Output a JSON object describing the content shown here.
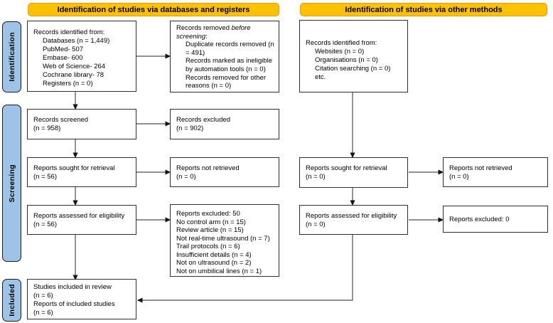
{
  "headers": {
    "databases": "Identification of studies via databases and registers",
    "other": "Identification of studies via other methods"
  },
  "sidebar": {
    "identification": "Identification",
    "screening": "Screening",
    "included": "Included"
  },
  "boxes": {
    "records_identified_db": {
      "title": "Records identified from:",
      "items": [
        "Databases (n = 1,449)",
        "PubMed- 507",
        "Embase- 600",
        "Web of Science- 264",
        "Cochrane library- 78",
        "Registers (n = 0)"
      ]
    },
    "records_removed": {
      "title_prefix": "Records removed ",
      "title_italic": "before screening",
      "title_suffix": ":",
      "items": [
        "Duplicate records removed (n = 491)",
        "Records marked as ineligible by automation tools (n = 0)",
        "Records removed for other reasons (n = 0)"
      ]
    },
    "records_screened": {
      "lines": [
        "Records screened",
        "(n = 958)"
      ]
    },
    "records_excluded": {
      "lines": [
        "Records excluded",
        "(n = 902)"
      ]
    },
    "reports_sought_db": {
      "lines": [
        "Reports sought for retrieval",
        "(n = 56)"
      ]
    },
    "reports_not_retrieved_db": {
      "lines": [
        "Reports not retrieved",
        "(n = 0)"
      ]
    },
    "reports_assessed_db": {
      "lines": [
        "Reports assessed for eligibility",
        "(n = 56)"
      ]
    },
    "reports_excluded_db": {
      "lines": [
        "Reports excluded: 50",
        "No control arm (n = 15)",
        "Review article (n = 15)",
        "Not real-time ultrasound (n = 7)",
        "Trail protocols (n = 6)",
        "Insufficient details (n = 4)",
        "Not on ultrasound (n = 2)",
        "Not on umbilical lines (n = 1)"
      ]
    },
    "studies_included": {
      "lines": [
        "Studies included in review",
        "(n = 6)",
        "Reports of included studies",
        "(n = 6)"
      ]
    },
    "records_identified_other": {
      "title": "Records identified from:",
      "items": [
        "Websites (n = 0)",
        "Organisations (n = 0)",
        "Citation searching (n = 0)",
        "etc."
      ]
    },
    "reports_sought_other": {
      "lines": [
        "Reports sought for retrieval",
        "(n = 0)"
      ]
    },
    "reports_not_retrieved_other": {
      "lines": [
        "Reports not retrieved",
        "(n = 0)"
      ]
    },
    "reports_assessed_other": {
      "lines": [
        "Reports assessed for eligibility",
        "(n = 0)"
      ]
    },
    "reports_excluded_other": {
      "lines": [
        "Reports excluded: 0"
      ]
    }
  },
  "colors": {
    "header_bg": "#FDC101",
    "header_border": "#DFA00D",
    "sidebar_bg": "#9DC3E6",
    "box_border": "#2F2F2F",
    "arrow": "#4D4D4D",
    "arrowhead": "#141414"
  }
}
